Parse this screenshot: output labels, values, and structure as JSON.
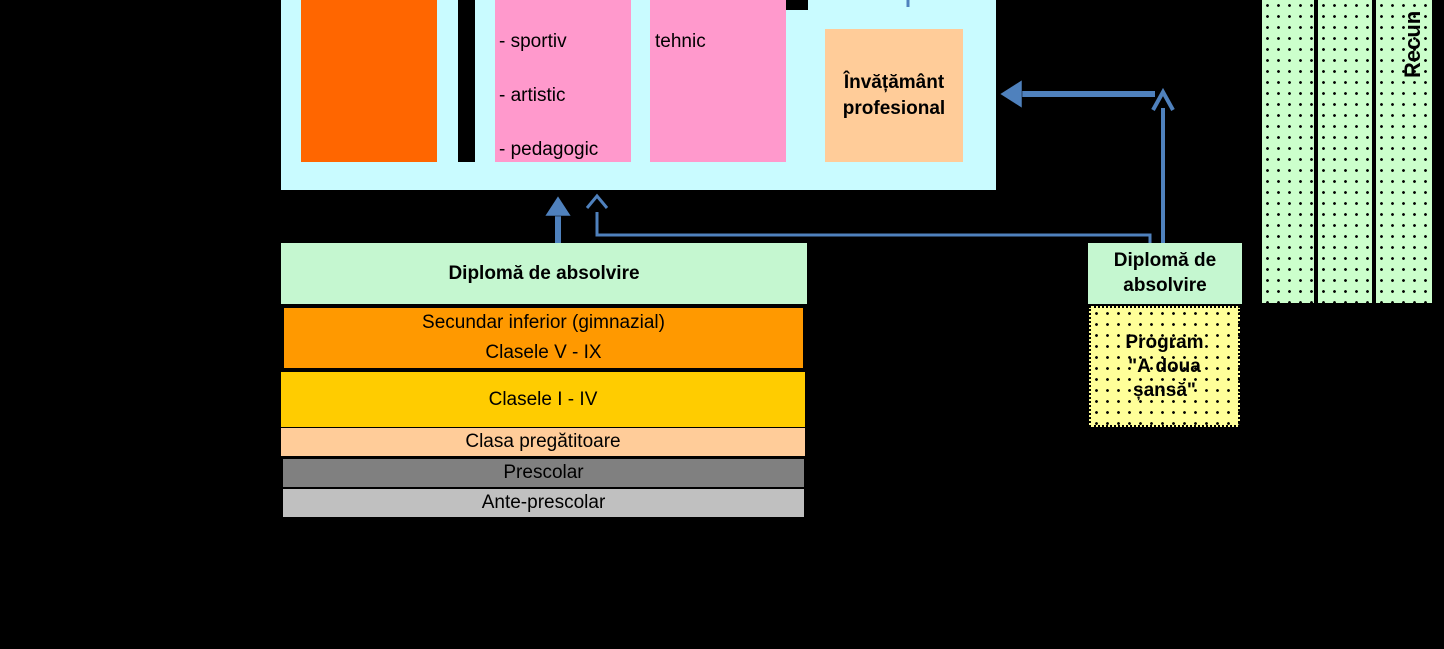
{
  "upper_block": {
    "profiles": [
      "- sportiv",
      "- artistic",
      "- pedagogic"
    ],
    "tehnic_label": "tehnic",
    "vocational_label_line1": "Învățământ",
    "vocational_label_line2": "profesional"
  },
  "diploma_main": {
    "label": "Diplomă de absolvire"
  },
  "stages": {
    "gimnazial_line1": "Secundar inferior (gimnazial)",
    "gimnazial_line2": "Clasele V - IX",
    "primary": "Clasele I - IV",
    "preparatory": "Clasa pregătitoare",
    "prescolar": "Prescolar",
    "ante_prescolar": "Ante-prescolar"
  },
  "second_chance": {
    "diploma_line1": "Diplomă de",
    "diploma_line2": "absolvire",
    "program_line1": "Program",
    "program_line2": "\"A doua",
    "program_line3": "șansă\""
  },
  "right_columns": {
    "partial_label": "Recun"
  },
  "colors": {
    "upper_block_bg": "#c9fbff",
    "orange_column": "#ff6600",
    "pink_column": "#ff99cc",
    "vocational_box": "#ffcc99",
    "diploma_green": "#c5f7d0",
    "gimnazial": "#ff9900",
    "primary": "#ffcc00",
    "preparatory": "#ffcc99",
    "prescolar": "#808080",
    "ante_prescolar": "#c0c0c0",
    "second_chance_program": "#ffff99",
    "right_columns_green": "#ccffcc",
    "arrow": "#4f81bd"
  }
}
